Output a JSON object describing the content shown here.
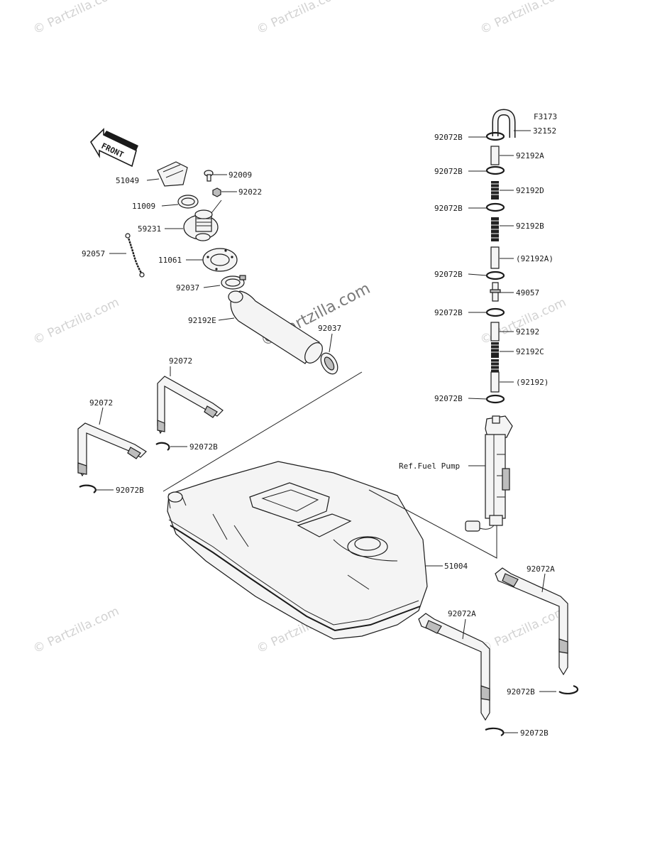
{
  "diagram_code": "F3173",
  "front_arrow_label": "FRONT",
  "reference_label": "Ref.Fuel Pump",
  "center_watermark": "© Partzilla.com",
  "watermark_text": "© Partzilla.com",
  "labels": {
    "p51049": "51049",
    "p92009": "92009",
    "p92022": "92022",
    "p11009": "11009",
    "p59231": "59231",
    "p92057": "92057",
    "p11061": "11061",
    "p92037a": "92037",
    "p92192e": "92192E",
    "p92037b": "92037",
    "p92072a": "92072",
    "p92072b": "92072",
    "p92072b_1": "92072B",
    "p92072b_2": "92072B",
    "p51004": "51004",
    "r92072b_1": "92072B",
    "r32152": "32152",
    "r92192a": "92192A",
    "r92072b_2": "92072B",
    "r92192d": "92192D",
    "r92072b_3": "92072B",
    "r92192b": "92192B",
    "r92192a_ref": "(92192A)",
    "r92072b_4": "92072B",
    "r49057": "49057",
    "r92072b_5": "92072B",
    "r92192": "92192",
    "r92192c": "92192C",
    "r92192_ref": "(92192)",
    "r92072b_6": "92072B",
    "s92072a_1": "92072A",
    "s92072a_2": "92072A",
    "s92072b_1": "92072B",
    "s92072b_2": "92072B"
  }
}
